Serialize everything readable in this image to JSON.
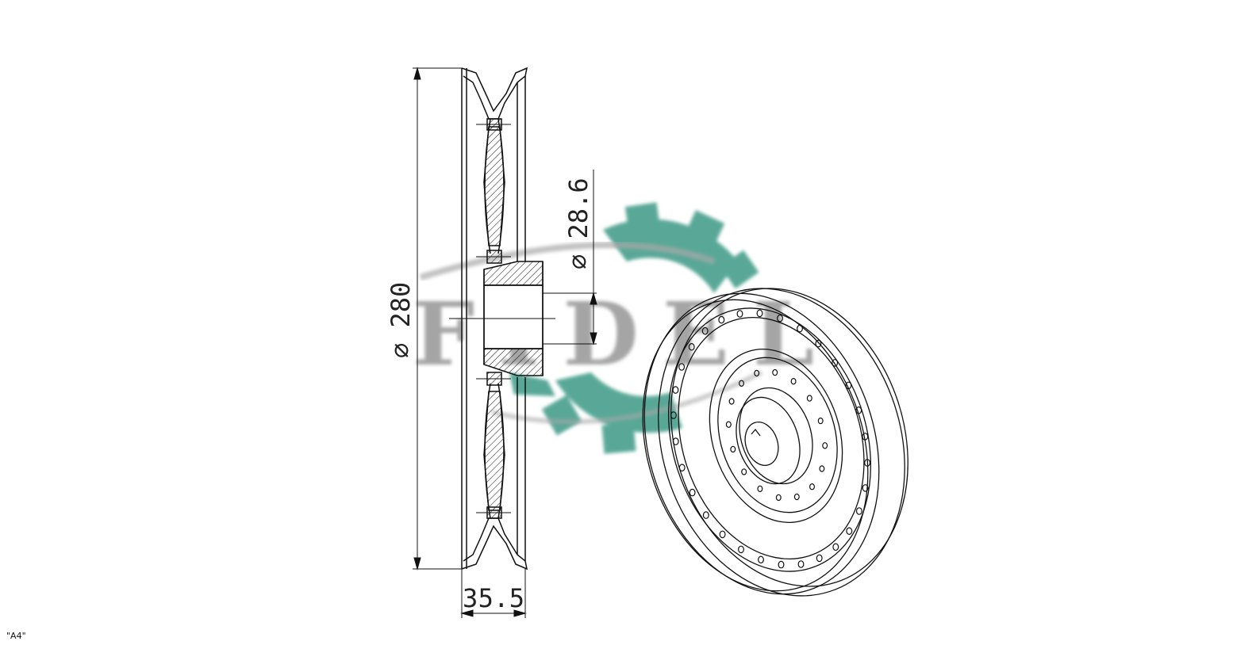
{
  "drawing": {
    "sheet_label": "\"A4\"",
    "dimensions": {
      "outer_diameter": "⌀ 280",
      "bore_diameter": "⌀ 28.6",
      "width": "35.5"
    },
    "watermark": {
      "brand": "FIDEL",
      "gear_color": "#3e9a86",
      "text_color": "#8a8a8a"
    },
    "line_color": "#111111"
  }
}
